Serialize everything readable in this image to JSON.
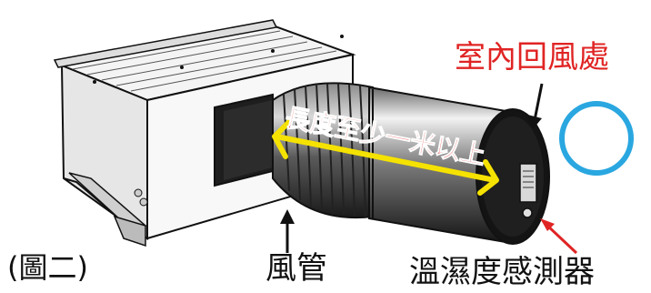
{
  "figure_label": "(圖二)",
  "labels": {
    "duct": "風管",
    "sensor": "溫濕度感測器",
    "indoor_return": "室內回風處",
    "length_note": "長度至少一米以上"
  },
  "colors": {
    "red_text": "#e02424",
    "yellow_arrow": "#f5e200",
    "blue_circle": "#2aa7e0",
    "outline": "#111111",
    "duct_dark": "#2a2a2a",
    "unit_light": "#f2f2f2"
  },
  "icons": {
    "return_marker": "circle-icon",
    "sensor_pointer": "arrow-icon"
  }
}
